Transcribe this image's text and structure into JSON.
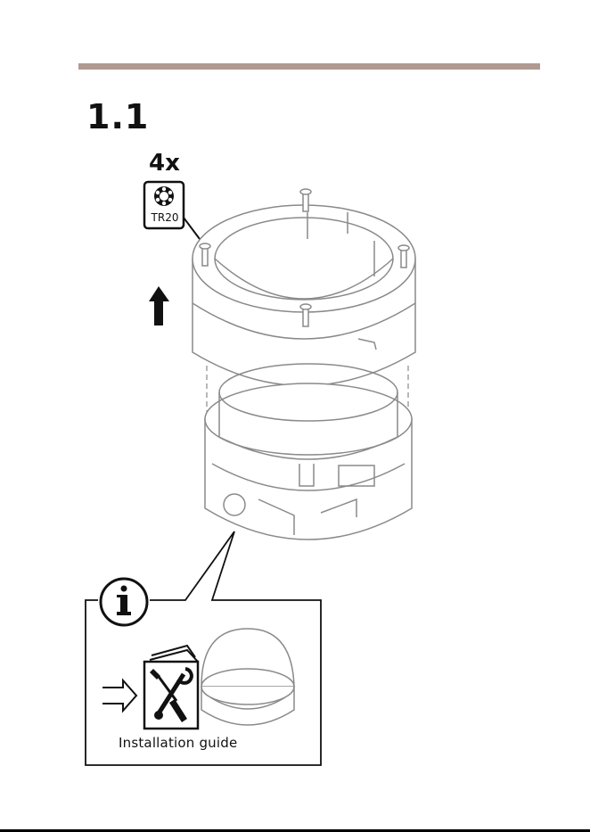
{
  "page": {
    "step_number": "1.1",
    "accent_color": "#b09a91"
  },
  "step": {
    "screw_count": "4x",
    "tool_label": "TR20",
    "tool_icon": "torx-bit-icon",
    "direction_icon": "arrow-up-icon"
  },
  "info_box": {
    "icon": "info-icon",
    "caption": "Installation guide",
    "arrow_icon": "arrow-right-icon",
    "manual_icon": "tools-manual-icon"
  }
}
